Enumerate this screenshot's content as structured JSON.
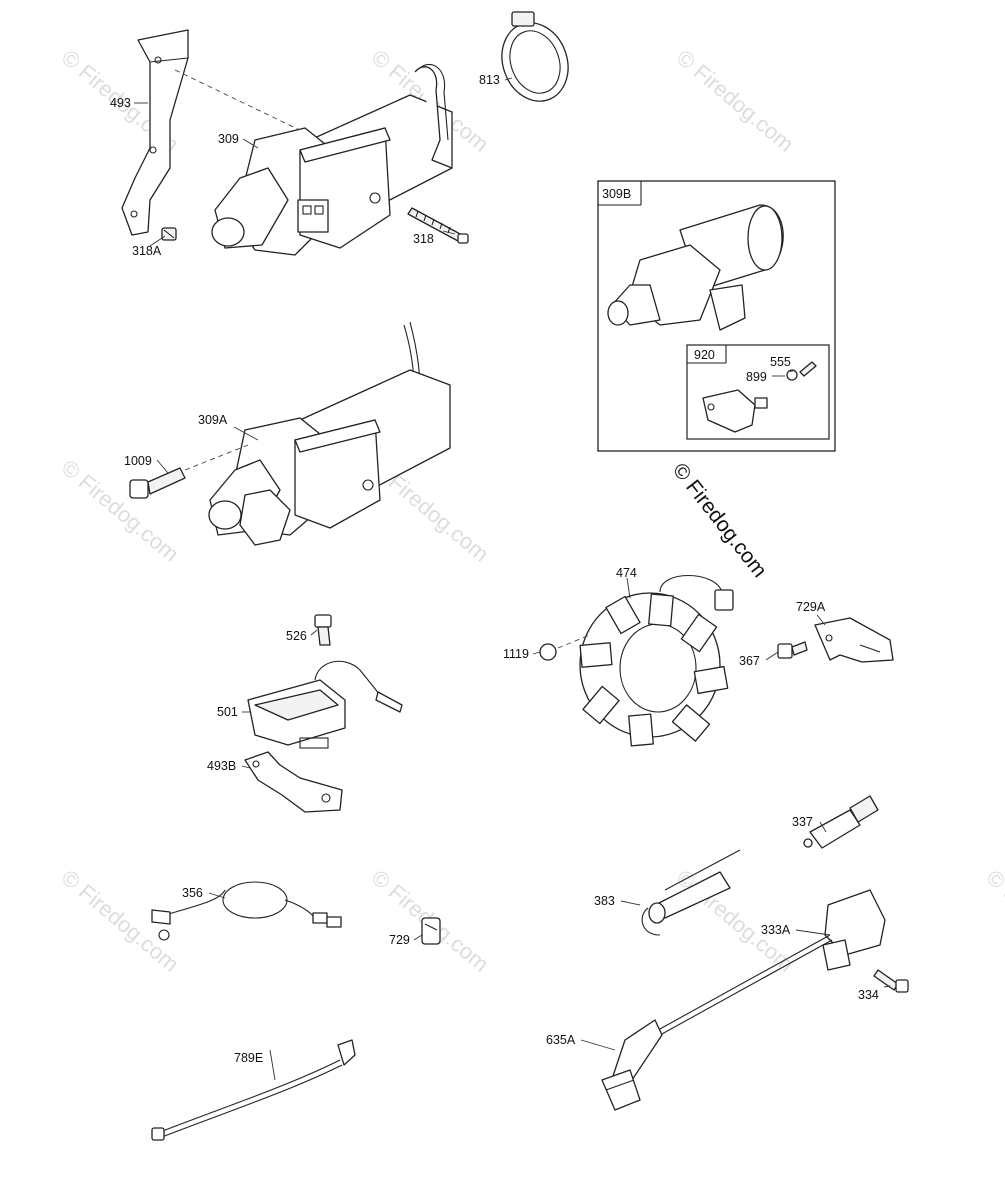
{
  "watermark": {
    "text": "© Firedog.com",
    "color": "#dddddd"
  },
  "copyright": {
    "text": "© Firedog.com"
  },
  "labels": {
    "p493": "493",
    "p309": "309",
    "p318A": "318A",
    "p318": "318",
    "p813": "813",
    "p309B": "309B",
    "p920": "920",
    "p555": "555",
    "p899": "899",
    "p309A": "309A",
    "p1009": "1009",
    "p474": "474",
    "p1119": "1119",
    "p729A": "729A",
    "p367": "367",
    "p526": "526",
    "p501": "501",
    "p493B": "493B",
    "p337": "337",
    "p356": "356",
    "p729": "729",
    "p383": "383",
    "p333A": "333A",
    "p334": "334",
    "p789E": "789E",
    "p635A": "635A"
  }
}
